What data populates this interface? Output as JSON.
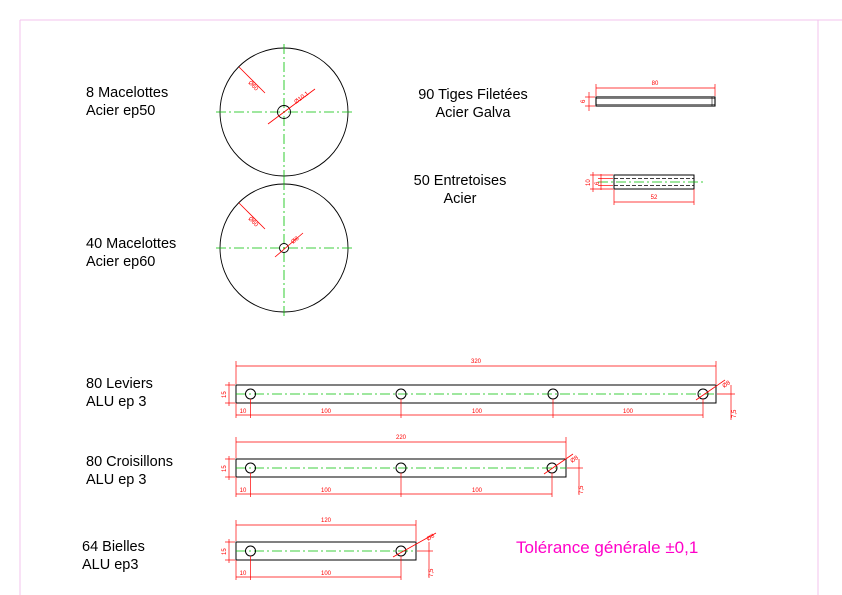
{
  "parts": {
    "macelottes_8": {
      "line1": "8 Macelottes",
      "line2": "Acier ep50",
      "dia_outer": "Ø60",
      "dia_hole": "Ø10,1"
    },
    "macelottes_40": {
      "line1": "40 Macelottes",
      "line2": "Acier ep60",
      "dia_outer": "Ø60",
      "dia_hole": "Ø8"
    },
    "tiges": {
      "line1": "90 Tiges Filetées",
      "line2": "Acier Galva",
      "length": "80",
      "dia": "6"
    },
    "entretoises": {
      "line1": "50 Entretoises",
      "line2": "Acier",
      "length": "52",
      "outer": "10",
      "inner": "6"
    },
    "leviers": {
      "line1": "80 Leviers",
      "line2": "ALU ep 3",
      "total": "320",
      "height": "15",
      "edge": "10",
      "pitch": [
        "100",
        "100",
        "100"
      ],
      "hole": "Ø8",
      "offset": "7,5"
    },
    "croisillons": {
      "line1": "80 Croisillons",
      "line2": "ALU ep 3",
      "total": "220",
      "height": "15",
      "edge": "10",
      "pitch": [
        "100",
        "100"
      ],
      "hole": "Ø8",
      "offset": "7,5"
    },
    "bielles": {
      "line1": "64 Bielles",
      "line2": "ALU ep3",
      "total": "120",
      "height": "15",
      "edge": "10",
      "pitch": [
        "100"
      ],
      "hole": "Ø8",
      "offset": "7,5"
    }
  },
  "tolerance": "Tolérance générale ±0,1",
  "colors": {
    "border": "#f3c3ee",
    "outline": "#000000",
    "center": "#00c000",
    "dim": "#ff0000",
    "tolerance": "#ff00c8"
  }
}
